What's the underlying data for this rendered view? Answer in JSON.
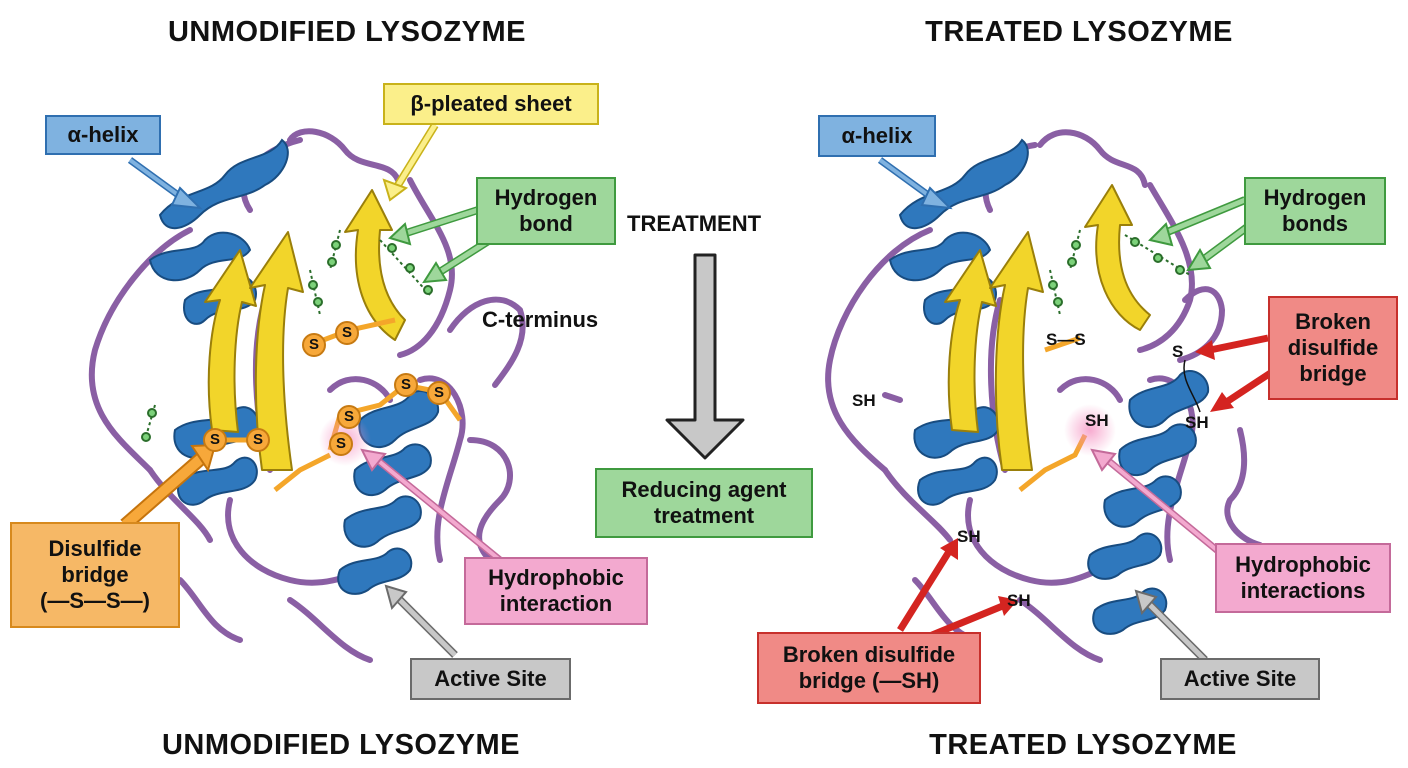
{
  "colors": {
    "helix": "#2f78bd",
    "sheet": "#f2d52a",
    "loop": "#8a5fa4",
    "hbond": "#6fbf6a",
    "disulfide": "#f4a62a",
    "hydrophobic": "#f7a8c8",
    "broken": "#d42420",
    "arrow_gray": "#c8c8c8"
  },
  "left": {
    "title_top": "UNMODIFIED LYSOZYME",
    "title_bottom": "UNMODIFIED LYSOZYME",
    "labels": {
      "alpha_helix": "α-helix",
      "beta_sheet": "β-pleated sheet",
      "hydrogen_bond": [
        "Hydrogen",
        "bond"
      ],
      "c_terminus": "C-terminus",
      "disulfide": [
        "Disulfide",
        "bridge",
        "(—S—S—)"
      ],
      "hydrophobic": [
        "Hydrophobic",
        "interaction"
      ],
      "active_site": "Active Site"
    },
    "sulfur": "S"
  },
  "center": {
    "treatment": "TREATMENT",
    "reducing": [
      "Reducing agent",
      "treatment"
    ]
  },
  "right": {
    "title_top": "TREATED LYSOZYME",
    "title_bottom": "TREATED LYSOZYME",
    "labels": {
      "alpha_helix": "α-helix",
      "hydrogen_bonds": [
        "Hydrogen",
        "bonds"
      ],
      "broken_top": [
        "Broken",
        "disulfide",
        "bridge"
      ],
      "hydrophobic": [
        "Hydrophobic",
        "interactions"
      ],
      "broken_bottom": [
        "Broken disulfide",
        "bridge (—SH)"
      ],
      "active_site": "Active Site"
    },
    "chem": {
      "sh": "SH",
      "s": "S",
      "s_s": "S—S"
    }
  }
}
